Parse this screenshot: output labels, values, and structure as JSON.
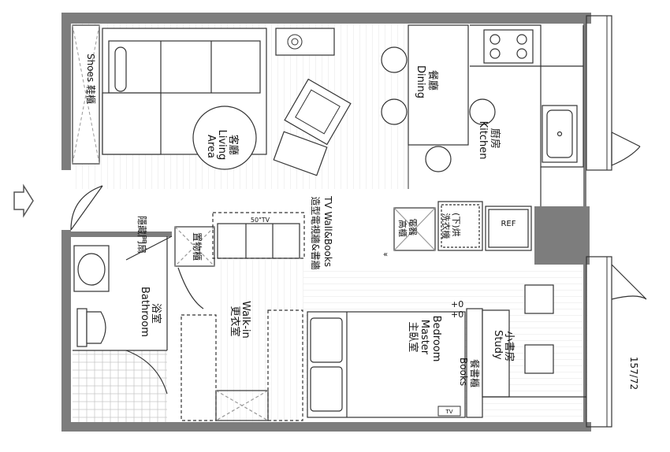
{
  "plan": {
    "rooms": {
      "living": {
        "en_1": "Living",
        "en_2": "Area",
        "zh": "客廳"
      },
      "dining": {
        "en": "Dining",
        "zh": "餐廳"
      },
      "kitchen": {
        "en": "Kitchen",
        "zh": "廚房"
      },
      "shoes": {
        "en": "Shoes",
        "zh": "鞋櫃"
      },
      "bathroom": {
        "en": "Bathroom",
        "zh": "浴室"
      },
      "walkin": {
        "en": "Walk-in",
        "zh": "更衣室"
      },
      "master": {
        "zh": "主臥室",
        "en_1": "Master",
        "en_2": "Bedroom"
      },
      "study": {
        "en": "Study",
        "zh": "小書房"
      }
    },
    "labels": {
      "tv_wall_books": "TV Wall&Books",
      "tv_wall_zh": "造型電視牆&書牆",
      "hidden_door": "隱藏門扇",
      "storage": "置物櫃",
      "tv_size": "50\"TV",
      "appliance_a": "電器",
      "appliance_b": "高櫃",
      "washer_a": "(下)烘",
      "washer_b": "洗衣機",
      "fridge": "REF",
      "books_en": "Books",
      "books_zh": "餐書櫃",
      "height_1": "+0",
      "height_2": "+0",
      "small_tv": "TV",
      "dimension": "157/72"
    }
  }
}
